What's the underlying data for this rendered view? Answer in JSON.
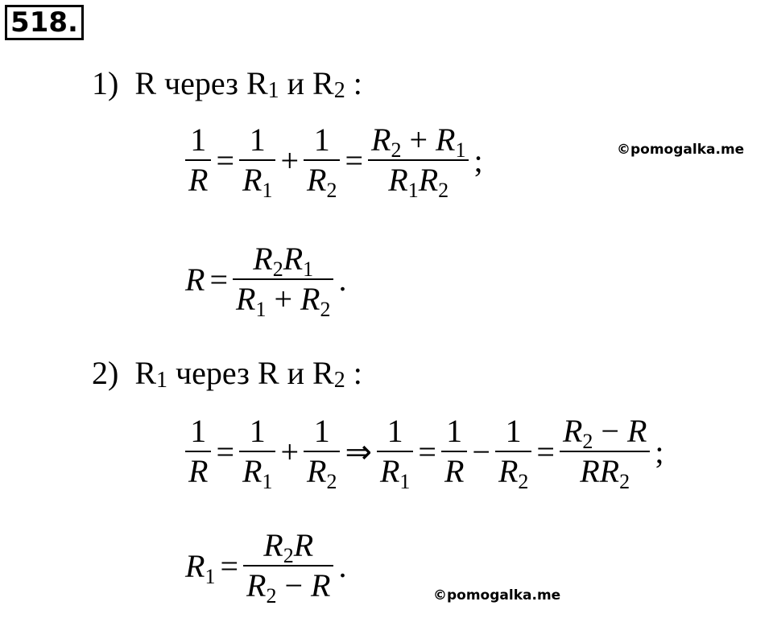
{
  "problem": {
    "number": "518."
  },
  "part1": {
    "heading": {
      "index": "1)",
      "R": "R",
      "via": "через",
      "R1": "R",
      "sub1": "1",
      "and": "и",
      "R2": "R",
      "sub2": "2",
      "colon": ":"
    },
    "eq1": {
      "f1": {
        "num": "1",
        "den": "R"
      },
      "f2": {
        "num": "1",
        "den": "R",
        "den_sub": "1"
      },
      "f3": {
        "num": "1",
        "den": "R",
        "den_sub": "2"
      },
      "f4": {
        "num_a": "R",
        "num_a_sub": "2",
        "num_op": "+",
        "num_b": "R",
        "num_b_sub": "1",
        "den_a": "R",
        "den_a_sub": "1",
        "den_b": "R",
        "den_b_sub": "2"
      },
      "eq": "=",
      "plus": "+",
      "end": ";"
    },
    "eq2": {
      "lhs": "R",
      "eq": "=",
      "f": {
        "num_a": "R",
        "num_a_sub": "2",
        "num_b": "R",
        "num_b_sub": "1",
        "den_a": "R",
        "den_a_sub": "1",
        "den_op": "+",
        "den_b": "R",
        "den_b_sub": "2"
      },
      "end": "."
    }
  },
  "part2": {
    "heading": {
      "index": "2)",
      "R1": "R",
      "sub1": "1",
      "via": "через",
      "R": "R",
      "and": "и",
      "R2": "R",
      "sub2": "2",
      "colon": ":"
    },
    "eq1": {
      "f1": {
        "num": "1",
        "den": "R"
      },
      "f2": {
        "num": "1",
        "den": "R",
        "den_sub": "1"
      },
      "f3": {
        "num": "1",
        "den": "R",
        "den_sub": "2"
      },
      "implies": "⇒",
      "f4": {
        "num": "1",
        "den": "R",
        "den_sub": "1"
      },
      "f5": {
        "num": "1",
        "den": "R"
      },
      "f6": {
        "num": "1",
        "den": "R",
        "den_sub": "2"
      },
      "f7": {
        "num_a": "R",
        "num_a_sub": "2",
        "num_op": "−",
        "num_b": "R",
        "den_a": "RR",
        "den_a_sub": "2"
      },
      "eq": "=",
      "plus": "+",
      "minus": "−",
      "end": ";"
    },
    "eq2": {
      "lhs": "R",
      "lhs_sub": "1",
      "eq": "=",
      "f": {
        "num_a": "R",
        "num_a_sub": "2",
        "num_b": "R",
        "den_a": "R",
        "den_a_sub": "2",
        "den_op": "−",
        "den_b": "R"
      },
      "end": "."
    }
  },
  "watermarks": [
    "©pomogalka.me",
    "©pomogalka.me"
  ]
}
